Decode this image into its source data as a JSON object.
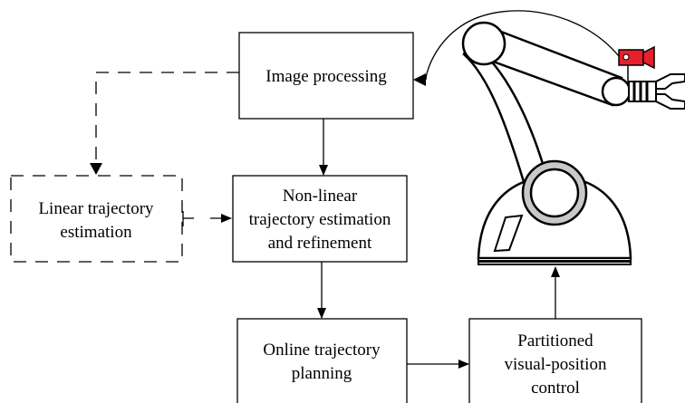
{
  "diagram": {
    "nodes": {
      "image_processing": {
        "label": "Image processing"
      },
      "linear_estimation": {
        "line1": "Linear trajectory",
        "line2": "estimation"
      },
      "nonlinear_estimation": {
        "line1": "Non-linear",
        "line2": "trajectory estimation",
        "line3": "and refinement"
      },
      "online_planning": {
        "line1": "Online trajectory",
        "line2": "planning"
      },
      "partitioned_control": {
        "line1": "Partitioned",
        "line2": "visual-position",
        "line3": "control"
      }
    },
    "edges": [
      {
        "from": "image_processing",
        "to": "nonlinear_estimation",
        "style": "solid"
      },
      {
        "from": "image_processing",
        "to": "linear_estimation",
        "style": "dashed"
      },
      {
        "from": "linear_estimation",
        "to": "nonlinear_estimation",
        "style": "dashed"
      },
      {
        "from": "nonlinear_estimation",
        "to": "online_planning",
        "style": "solid"
      },
      {
        "from": "online_planning",
        "to": "partitioned_control",
        "style": "solid"
      },
      {
        "from": "partitioned_control",
        "to": "robot_arm",
        "style": "solid"
      },
      {
        "from": "camera",
        "to": "image_processing",
        "style": "solid-curve"
      }
    ],
    "robot": {
      "body_color": "#ffffff",
      "joint_ring_color": "#c8c8c8",
      "camera_color": "#e8202a",
      "line_color": "#000000"
    }
  }
}
